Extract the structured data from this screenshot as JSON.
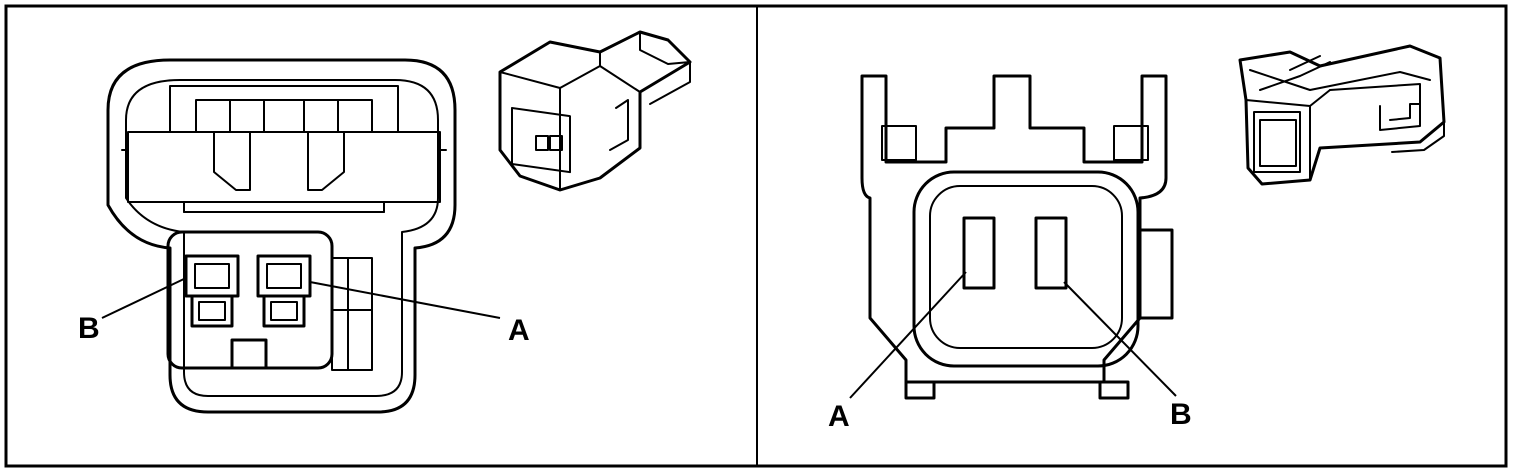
{
  "panels": [
    {
      "view": "left-connector-face",
      "labels": {
        "b": "B",
        "a": "A"
      }
    },
    {
      "view": "right-connector-face",
      "labels": {
        "a": "A",
        "b": "B"
      }
    }
  ]
}
